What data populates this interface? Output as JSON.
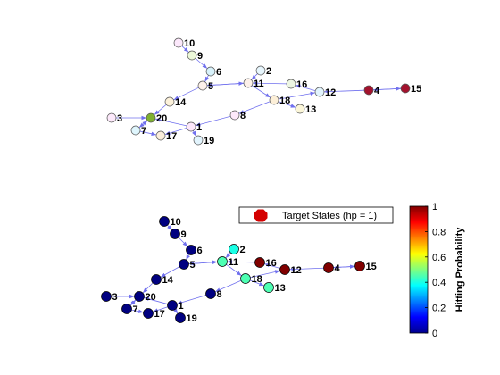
{
  "nodes": [
    {
      "id": "1",
      "label": "1",
      "hp_top_color": "#fde7fb",
      "hp": 0.0
    },
    {
      "id": "2",
      "label": "2",
      "hp_top_color": "#e7f6fd",
      "hp": 0.4
    },
    {
      "id": "3",
      "label": "3",
      "hp_top_color": "#fde9fb",
      "hp": 0.0
    },
    {
      "id": "4",
      "label": "4",
      "hp_top_color": "#a3122d",
      "hp": 1.0
    },
    {
      "id": "5",
      "label": "5",
      "hp_top_color": "#fdf1ea",
      "hp": 0.0
    },
    {
      "id": "6",
      "label": "6",
      "hp_top_color": "#d8f2fb",
      "hp": 0.0
    },
    {
      "id": "7",
      "label": "7",
      "hp_top_color": "#dff6fd",
      "hp": 0.0
    },
    {
      "id": "8",
      "label": "8",
      "hp_top_color": "#fde9fb",
      "hp": 0.0
    },
    {
      "id": "9",
      "label": "9",
      "hp_top_color": "#ecf8d9",
      "hp": 0.0
    },
    {
      "id": "10",
      "label": "10",
      "hp_top_color": "#fce8fb",
      "hp": 0.0
    },
    {
      "id": "11",
      "label": "11",
      "hp_top_color": "#fdf1ea",
      "hp": 0.45
    },
    {
      "id": "12",
      "label": "12",
      "hp_top_color": "#e2f4fd",
      "hp": 1.0
    },
    {
      "id": "13",
      "label": "13",
      "hp_top_color": "#fbf6d8",
      "hp": 0.45
    },
    {
      "id": "14",
      "label": "14",
      "hp_top_color": "#fcf1da",
      "hp": 0.0
    },
    {
      "id": "15",
      "label": "15",
      "hp_top_color": "#a3122d",
      "hp": 1.0
    },
    {
      "id": "16",
      "label": "16",
      "hp_top_color": "#edf6e3",
      "hp": 1.0
    },
    {
      "id": "17",
      "label": "17",
      "hp_top_color": "#fbeedc",
      "hp": 0.0
    },
    {
      "id": "18",
      "label": "18",
      "hp_top_color": "#fcefd8",
      "hp": 0.45
    },
    {
      "id": "19",
      "label": "19",
      "hp_top_color": "#e2f4fd",
      "hp": 0.0
    },
    {
      "id": "20",
      "label": "20",
      "hp_top_color": "#7fb032",
      "hp": 0.0
    }
  ],
  "edges": [
    [
      "10",
      "9"
    ],
    [
      "9",
      "6"
    ],
    [
      "6",
      "5"
    ],
    [
      "2",
      "11"
    ],
    [
      "5",
      "11"
    ],
    [
      "11",
      "5"
    ],
    [
      "16",
      "11"
    ],
    [
      "11",
      "18"
    ],
    [
      "18",
      "12"
    ],
    [
      "12",
      "16"
    ],
    [
      "4",
      "12"
    ],
    [
      "15",
      "4"
    ],
    [
      "4",
      "15"
    ],
    [
      "18",
      "13"
    ],
    [
      "18",
      "8"
    ],
    [
      "8",
      "1"
    ],
    [
      "1",
      "20"
    ],
    [
      "5",
      "14"
    ],
    [
      "14",
      "20"
    ],
    [
      "3",
      "20"
    ],
    [
      "7",
      "20"
    ],
    [
      "7",
      "17"
    ],
    [
      "1",
      "17"
    ],
    [
      "1",
      "19"
    ],
    [
      "20",
      "7"
    ]
  ],
  "legend": {
    "entry": "Target States (hp = 1)",
    "marker_color": "#d40000",
    "placement": "top-right"
  },
  "colorbar": {
    "label": "Hitting Probability",
    "ticks": [
      "0",
      "0.2",
      "0.4",
      "0.6",
      "0.8",
      "1"
    ],
    "colormap": "jet"
  },
  "colors": {
    "edge": "#7070ee",
    "node_stroke_top": "#555555",
    "node_stroke_bottom": "#000000"
  }
}
